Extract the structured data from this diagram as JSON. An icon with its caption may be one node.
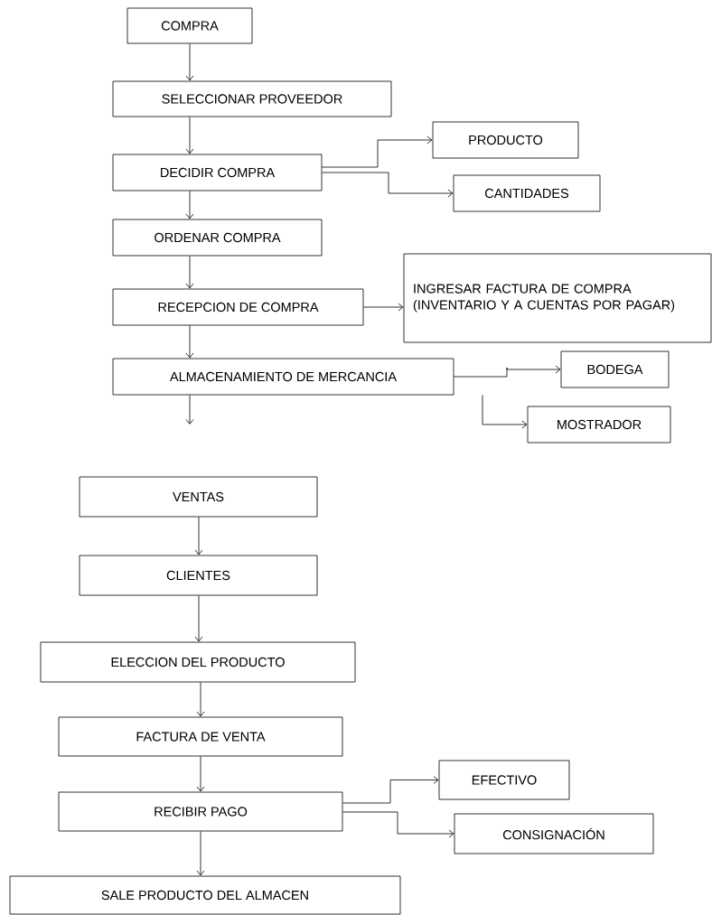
{
  "diagram": {
    "nodes": [
      {
        "text": [
          "COMPRA"
        ]
      },
      {
        "text": [
          "SELECCIONAR PROVEEDOR"
        ]
      },
      {
        "text": [
          "DECIDIR COMPRA"
        ]
      },
      {
        "text": [
          "PRODUCTO"
        ]
      },
      {
        "text": [
          "CANTIDADES"
        ]
      },
      {
        "text": [
          "ORDENAR COMPRA"
        ]
      },
      {
        "text": [
          "RECEPCION DE COMPRA"
        ]
      },
      {
        "text": [
          "INGRESAR FACTURA DE COMPRA (INVENTARIO Y A CUENTAS POR PAGAR)"
        ]
      },
      {
        "text": [
          "ALMACENAMIENTO DE MERCANCIA"
        ]
      },
      {
        "text": [
          "BODEGA"
        ]
      },
      {
        "text": [
          "MOSTRADOR"
        ]
      },
      {
        "text": [
          "VENTAS"
        ]
      },
      {
        "text": [
          "CLIENTES"
        ]
      },
      {
        "text": [
          "ELECCION DEL PRODUCTO"
        ]
      },
      {
        "text": [
          "FACTURA DE VENTA"
        ]
      },
      {
        "text": [
          "RECIBIR PAGO"
        ]
      },
      {
        "text": [
          "EFECTIVO"
        ]
      },
      {
        "text": [
          "CONSIGNACIÓN"
        ]
      },
      {
        "text": [
          "SALE PRODUCTO DEL ALMACEN"
        ]
      }
    ],
    "edges": [
      {
        "from": 0,
        "to": 1,
        "arrow": "to"
      },
      {
        "from": 1,
        "to": 2,
        "arrow": "to"
      },
      {
        "from": 2,
        "to": 3,
        "arrow": "to"
      },
      {
        "from": 2,
        "to": 4,
        "arrow": "to"
      },
      {
        "from": 2,
        "to": 5,
        "arrow": "to"
      },
      {
        "from": 5,
        "to": 6,
        "arrow": "to"
      },
      {
        "from": 6,
        "to": 7,
        "arrow": "to"
      },
      {
        "from": 6,
        "to": 8,
        "arrow": "to"
      },
      {
        "from": 8,
        "to": 9,
        "arrow": "to"
      },
      {
        "from": 8,
        "to": 10,
        "arrow": "to"
      },
      {
        "from": 8,
        "to": null,
        "arrow": "to"
      },
      {
        "from": 11,
        "to": 12,
        "arrow": "to"
      },
      {
        "from": 12,
        "to": 13,
        "arrow": "to"
      },
      {
        "from": 13,
        "to": 14,
        "arrow": "to"
      },
      {
        "from": 14,
        "to": 15,
        "arrow": "to"
      },
      {
        "from": 15,
        "to": 16,
        "arrow": "to"
      },
      {
        "from": 15,
        "to": 17,
        "arrow": "to"
      },
      {
        "from": 15,
        "to": 18,
        "arrow": "to"
      }
    ]
  }
}
